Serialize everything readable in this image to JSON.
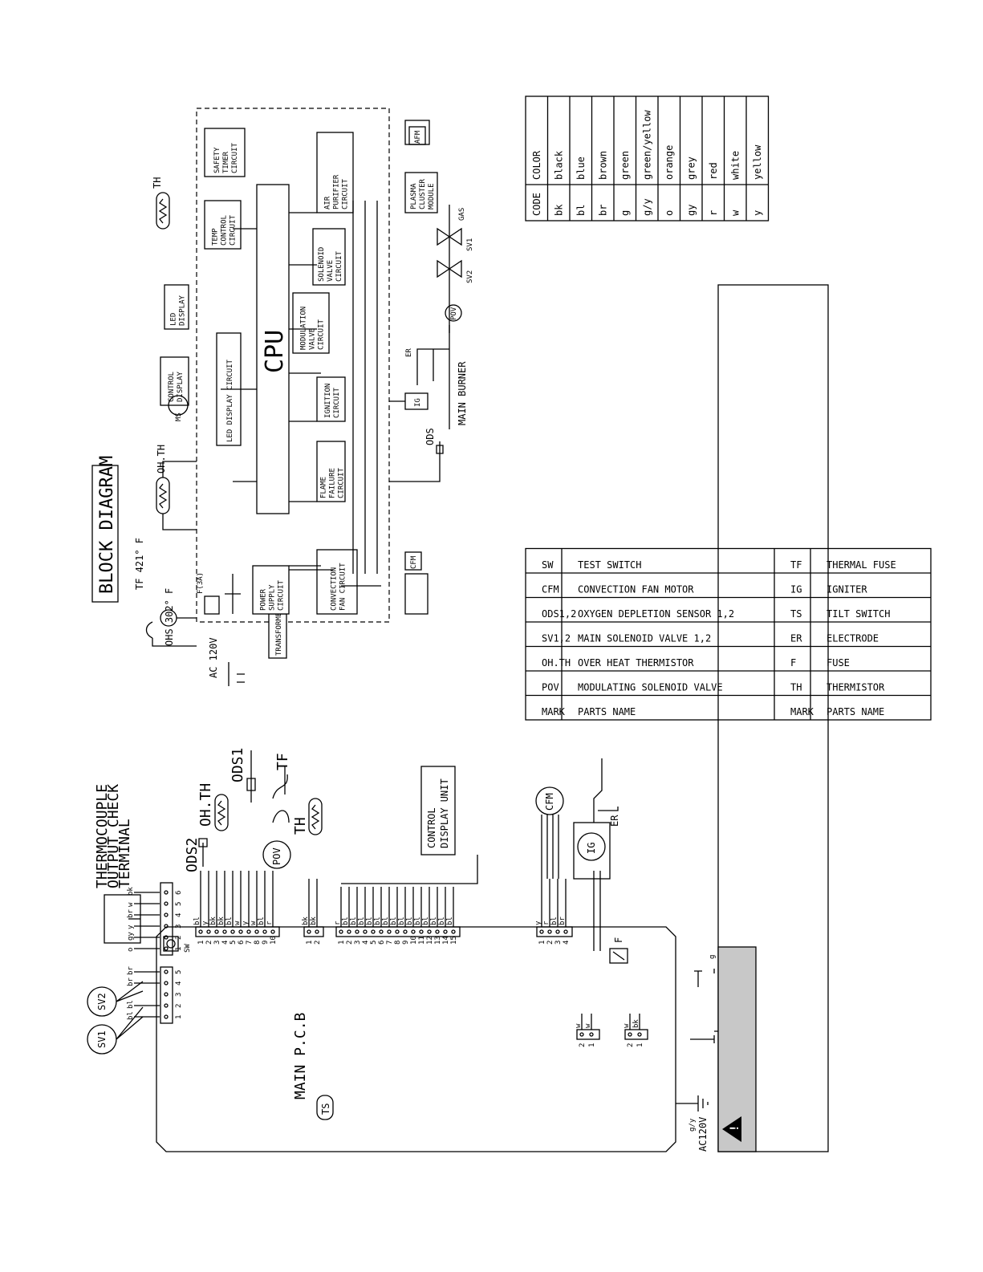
{
  "block_diagram": {
    "title": "BLOCK DIAGRAM",
    "ac_label": "AC 120V",
    "fuse_box": "F(3A)",
    "ohs_label": "OHS 302° F",
    "tf_label": "TF 421° F",
    "transformer": "TRANSFORMER",
    "cpu": "CPU",
    "oh_th": "OH.TH",
    "th": "TH",
    "ms": "MS",
    "gas": "GAS",
    "sv1": "SV1",
    "sv2": "SV2",
    "pov": "POV",
    "er": "ER",
    "ig": "IG",
    "cfm": "CFM",
    "afm": "AFM",
    "ods": "ODS",
    "main_burner": "MAIN BURNER",
    "blocks": {
      "power_supply": [
        "POWER",
        "SUPPLY",
        "CIRCUIT"
      ],
      "convection_fan": [
        "CONVECTION",
        "FAN CIRCUIT"
      ],
      "flame_failure": [
        "FLAME",
        "FAILURE",
        "CIRCUIT"
      ],
      "ignition": [
        "IGNITION",
        "CIRCUIT"
      ],
      "modulation": [
        "MODULATION",
        "VALVE",
        "CIRCUIT"
      ],
      "solenoid": [
        "SOLENOID",
        "VALVE",
        "CIRCUIT"
      ],
      "air_purifier": [
        "AIR",
        "PURIFIER",
        "CIRCUIT"
      ],
      "led_display_circuit": [
        "LED DISPLAY CIRCUIT"
      ],
      "control_display": [
        "CONTROL",
        "DISPLAY"
      ],
      "led_display": [
        "LED",
        "DISPLAY"
      ],
      "temp_control": [
        "TEMP",
        "CONTROL",
        "CIRCUIT"
      ],
      "safety_timer": [
        "SAFETY",
        "TIMER",
        "CIRCUIT"
      ],
      "plasma": [
        "PLASMA",
        "CLUSTER",
        "MODULE"
      ]
    }
  },
  "wiring": {
    "main_pcb": "MAIN P.C.B",
    "ts": "TS",
    "ac120v": "AC120V",
    "thermocouple": [
      "THERMOCOUPLE",
      "OUTPUT CHECK",
      "TERMINAL"
    ],
    "control_display_unit": [
      "CONTROL",
      "DISPLAY UNIT"
    ],
    "sw": "SW",
    "f": "F",
    "g": "g",
    "gy": "g/y",
    "ods1": "ODS1",
    "ods2": "ODS2",
    "tf": "TF",
    "oh_th": "OH.TH",
    "pov": "POV",
    "th": "TH",
    "cfm": "CFM",
    "ig": "IG",
    "er": "ER",
    "sv1": "SV1",
    "sv2": "SV2",
    "sv_pins": [
      "1",
      "2",
      "3",
      "4",
      "5"
    ],
    "sv_wires": [
      "bl",
      "bl",
      "",
      "br",
      "br"
    ],
    "tc_pins": [
      "1",
      "2",
      "3",
      "4",
      "5",
      "6"
    ],
    "tc_wires": [
      "o",
      "gy",
      "y",
      "br",
      "w",
      "bk"
    ],
    "p10_pins": [
      "1",
      "2",
      "3",
      "4",
      "5",
      "6",
      "7",
      "8",
      "9",
      "10"
    ],
    "p10_wires": [
      "bl",
      "y",
      "bk",
      "bk",
      "bl",
      "w",
      "y",
      "w",
      "bl",
      "r"
    ],
    "p2_pins": [
      "1",
      "2"
    ],
    "p2_wires": [
      "bk",
      "bk"
    ],
    "p15_pins": [
      "1",
      "2",
      "3",
      "4",
      "5",
      "6",
      "7",
      "8",
      "9",
      "10",
      "11",
      "12",
      "13",
      "14",
      "15"
    ],
    "p15_wires": [
      "r",
      "bl",
      "bl",
      "bl",
      "bl",
      "bl",
      "bl",
      "bl",
      "bl",
      "bl",
      "bl",
      "bl",
      "bl",
      "bl",
      "bl"
    ],
    "p4_pins": [
      "1",
      "2",
      "3",
      "4"
    ],
    "p4_wires": [
      "y",
      "r",
      "bl",
      "br"
    ],
    "ig_pins": [
      "2",
      "1"
    ],
    "ig_wires": [
      "w",
      "w"
    ],
    "ac_pins": [
      "2",
      "1"
    ],
    "ac_wires": [
      "w",
      "bk"
    ]
  },
  "parts_table": {
    "headers": [
      "MARK",
      "PARTS NAME",
      "MARK",
      "PARTS NAME"
    ],
    "rows": [
      [
        "POV",
        "MODULATING SOLENOID VALVE",
        "TH",
        "THERMISTOR"
      ],
      [
        "OH.TH",
        "OVER HEAT THERMISTOR",
        "F",
        "FUSE"
      ],
      [
        "SV1,2",
        "MAIN SOLENOID VALVE 1,2",
        "ER",
        "ELECTRODE"
      ],
      [
        "ODS1,2",
        "OXYGEN DEPLETION SENSOR 1,2",
        "TS",
        "TILT SWITCH"
      ],
      [
        "CFM",
        "CONVECTION FAN MOTOR",
        "IG",
        "IGNITER"
      ],
      [
        "SW",
        "TEST SWITCH",
        "TF",
        "THERMAL FUSE"
      ]
    ]
  },
  "color_table": {
    "headers": [
      "CODE",
      "COLOR"
    ],
    "rows": [
      [
        "bk",
        "black"
      ],
      [
        "bl",
        "blue"
      ],
      [
        "br",
        "brown"
      ],
      [
        "g",
        "green"
      ],
      [
        "g/y",
        "green/yellow"
      ],
      [
        "o",
        "orange"
      ],
      [
        "gy",
        "grey"
      ],
      [
        "r",
        "red"
      ],
      [
        "w",
        "white"
      ],
      [
        "y",
        "yellow"
      ]
    ]
  },
  "warning": {
    "icon": "warning-triangle-icon",
    "text": ""
  }
}
